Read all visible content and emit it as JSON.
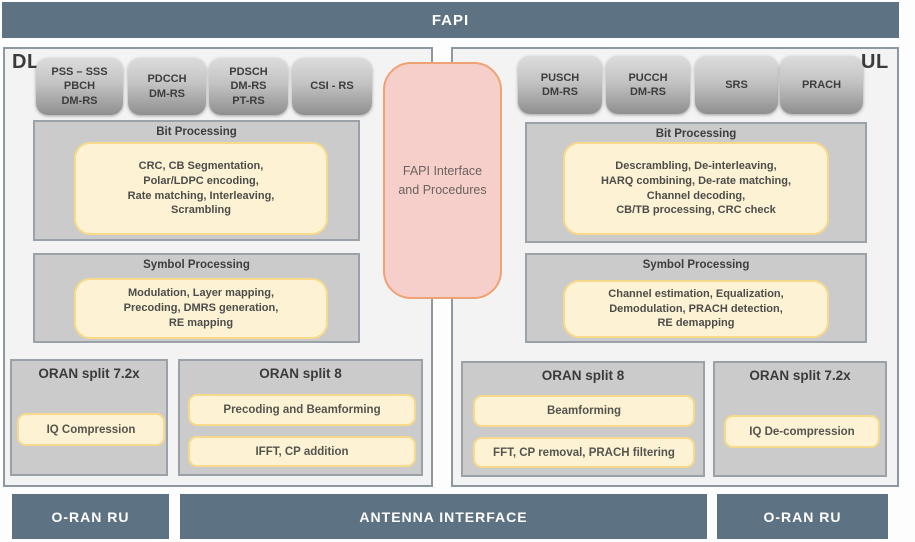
{
  "top_bar": {
    "label": "FAPI"
  },
  "dl": {
    "label": "DL",
    "channels": [
      {
        "lines": [
          "PSS – SSS",
          "PBCH",
          "DM-RS"
        ]
      },
      {
        "lines": [
          "PDCCH",
          "DM-RS"
        ]
      },
      {
        "lines": [
          "PDSCH",
          "DM-RS",
          "PT-RS"
        ]
      },
      {
        "lines": [
          "CSI - RS"
        ]
      }
    ],
    "bit_processing": {
      "title": "Bit Processing",
      "lines": [
        "CRC, CB Segmentation,",
        "Polar/LDPC encoding,",
        "Rate matching, Interleaving,",
        "Scrambling"
      ]
    },
    "symbol_processing": {
      "title": "Symbol Processing",
      "lines": [
        "Modulation, Layer mapping,",
        "Precoding, DMRS generation,",
        "RE mapping"
      ]
    },
    "split_72x": {
      "title": "ORAN split 7.2x",
      "items": [
        "IQ Compression"
      ]
    },
    "split_8": {
      "title": "ORAN split 8",
      "items": [
        "Precoding and Beamforming",
        "IFFT, CP addition"
      ]
    }
  },
  "ul": {
    "label": "UL",
    "channels": [
      {
        "lines": [
          "PUSCH",
          "DM-RS"
        ]
      },
      {
        "lines": [
          "PUCCH",
          "DM-RS"
        ]
      },
      {
        "lines": [
          "SRS"
        ]
      },
      {
        "lines": [
          "PRACH"
        ]
      }
    ],
    "bit_processing": {
      "title": "Bit Processing",
      "lines": [
        "Descrambling, De-interleaving,",
        "HARQ combining, De-rate matching,",
        "Channel decoding,",
        "CB/TB processing, CRC check"
      ]
    },
    "symbol_processing": {
      "title": "Symbol Processing",
      "lines": [
        "Channel estimation, Equalization,",
        "Demodulation, PRACH detection,",
        "RE demapping"
      ]
    },
    "split_8": {
      "title": "ORAN split 8",
      "items": [
        "Beamforming",
        "FFT, CP removal, PRACH filtering"
      ]
    },
    "split_72x": {
      "title": "ORAN split 7.2x",
      "items": [
        "IQ De-compression"
      ]
    }
  },
  "fapi_interface": {
    "lines": [
      "FAPI Interface",
      "and Procedures"
    ]
  },
  "bottom": {
    "ru_left": "O-RAN RU",
    "antenna": "ANTENNA INTERFACE",
    "ru_right": "O-RAN RU"
  },
  "colors": {
    "slate": "#5d7384",
    "panel_border": "#8d98a3",
    "gray_fill": "#cbcbcc",
    "yellow_fill": "#fdf3d4",
    "yellow_border": "#f6d98a",
    "pink_fill": "#f7cfca",
    "pink_border": "#efa273"
  }
}
